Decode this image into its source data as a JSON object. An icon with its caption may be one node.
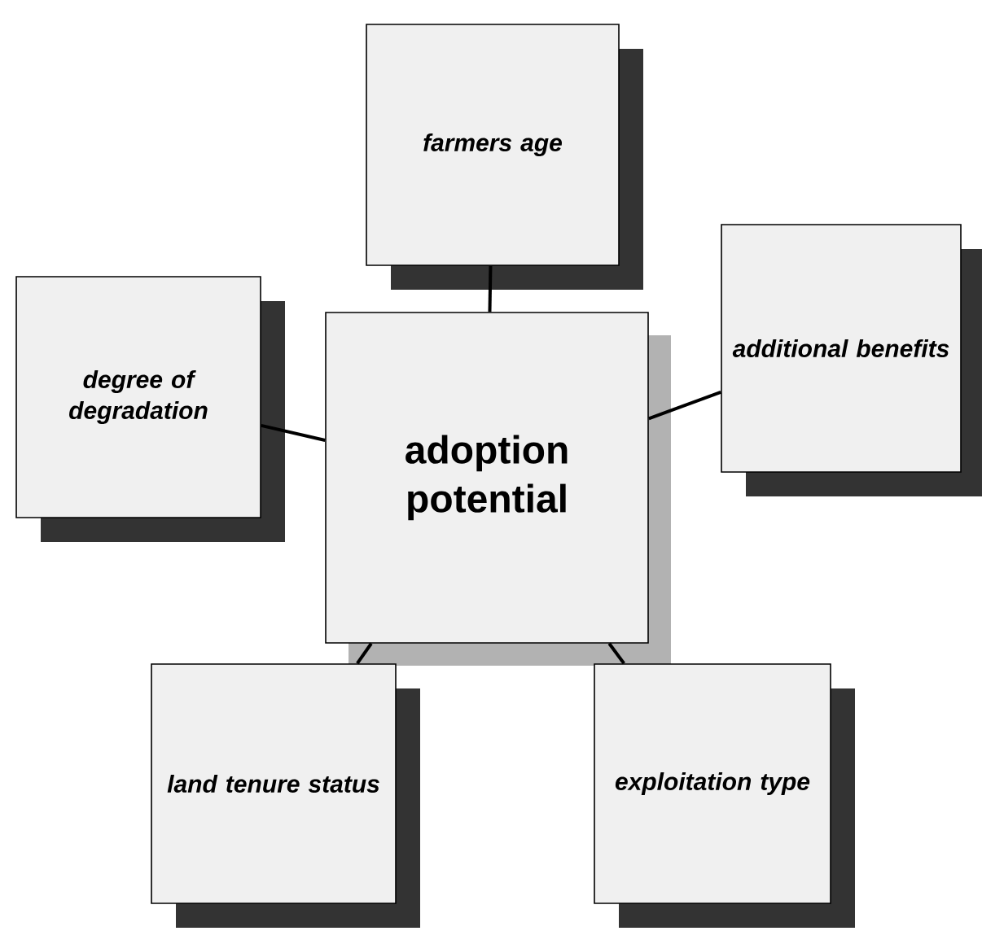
{
  "diagram": {
    "nodes": [
      {
        "text": [
          "farmers age"
        ]
      },
      {
        "text": [
          "degree of degradation"
        ]
      },
      {
        "text": [
          "adoption potential"
        ]
      },
      {
        "text": [
          "additional benefits"
        ]
      },
      {
        "text": [
          "land tenure status"
        ]
      },
      {
        "text": [
          "exploitation type"
        ]
      }
    ],
    "edges": [
      {
        "from": 2,
        "to": 0,
        "arrow": "none"
      },
      {
        "from": 2,
        "to": 1,
        "arrow": "none"
      },
      {
        "from": 2,
        "to": 3,
        "arrow": "none"
      },
      {
        "from": 2,
        "to": 4,
        "arrow": "none"
      },
      {
        "from": 2,
        "to": 5,
        "arrow": "none"
      }
    ]
  }
}
